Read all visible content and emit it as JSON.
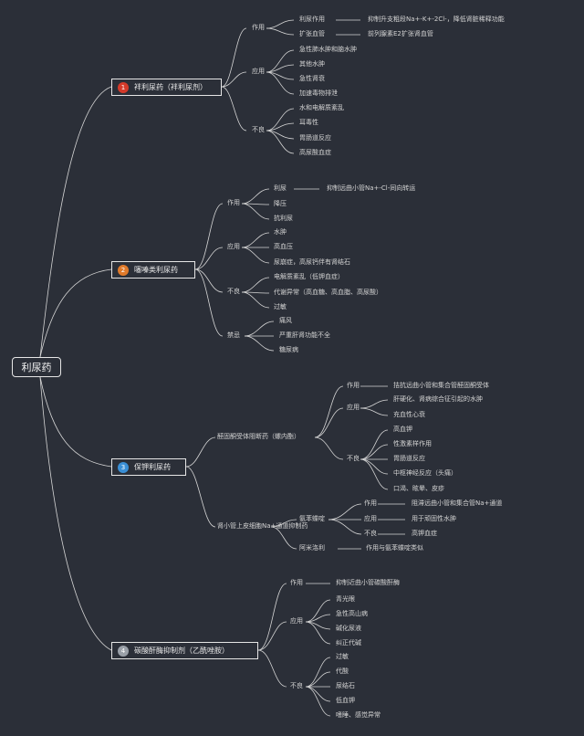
{
  "root": "利尿药",
  "branches": [
    {
      "num": "1",
      "color": "#d43a2a",
      "label": "袢利尿药（袢利尿剂）",
      "item": "lbl",
      "groups": [
        {
          "tag": "作用",
          "items": [
            "利尿作用",
            "扩张血管"
          ],
          "notes": [
            "抑制升支粗段Na+-K+-2Cl-，降低肾脏稀释功能",
            "前列腺素E2扩张肾血管"
          ]
        },
        {
          "tag": "应用",
          "items": [
            "急性肺水肿和脑水肿",
            "其他水肿",
            "急性肾衰",
            "加速毒物排泄"
          ]
        },
        {
          "tag": "不良",
          "items": [
            "水和电解质紊乱",
            "耳毒性",
            "胃肠道反应",
            "高尿酸血症"
          ]
        }
      ]
    },
    {
      "num": "2",
      "color": "#e07a2a",
      "label": "噻嗪类利尿药",
      "item": "lbl",
      "groups": [
        {
          "tag": "作用",
          "items": [
            "利尿",
            "降压",
            "抗利尿"
          ],
          "notes": [
            "抑制远曲小管Na+-Cl-同向转运"
          ]
        },
        {
          "tag": "应用",
          "items": [
            "水肿",
            "高血压",
            "尿崩症，高尿钙伴有肾结石"
          ]
        },
        {
          "tag": "不良",
          "items": [
            "电解质紊乱（低钾血症）",
            "代谢异常（高血糖、高血脂、高尿酸）",
            "过敏"
          ]
        },
        {
          "tag": "禁忌",
          "items": [
            "痛风",
            "严重肝肾功能不全",
            "糖尿病"
          ]
        }
      ]
    },
    {
      "num": "3",
      "color": "#3a8fd6",
      "label": "保钾利尿药",
      "item": "lbl",
      "sub": [
        {
          "label": "醛固酮受体阻断药（螺内酯）",
          "groups": [
            {
              "tag": "作用",
              "items": [
                "拮抗远曲小管和集合管醛固酮受体"
              ]
            },
            {
              "tag": "应用",
              "items": [
                "肝硬化、肾病综合征引起的水肿",
                "充血性心衰"
              ]
            },
            {
              "tag": "不良",
              "items": [
                "高血钾",
                "性激素样作用",
                "胃肠道反应",
                "中枢神经反应（头痛）",
                "口渴、眩晕、皮疹"
              ]
            }
          ]
        },
        {
          "label": "肾小管上皮细胞Na+通道抑制药",
          "groups": [
            {
              "tag": "氨苯蝶啶",
              "items": [
                "作用",
                "应用",
                "不良"
              ],
              "notes": [
                "阻滞远曲小管和集合管Na+通道",
                "用于顽固性水肿",
                "高钾血症"
              ]
            },
            {
              "tag": "阿米洛利",
              "items": [
                "作用与氨苯蝶啶类似"
              ]
            }
          ]
        }
      ]
    },
    {
      "num": "4",
      "color": "#9aa0a8",
      "label": "碳酸酐酶抑制剂（乙酰唑胺）",
      "item": "lbl",
      "groups": [
        {
          "tag": "作用",
          "items": [
            "抑制近曲小管碳酸酐酶"
          ]
        },
        {
          "tag": "应用",
          "items": [
            "青光眼",
            "急性高山病",
            "碱化尿液",
            "纠正代碱"
          ]
        },
        {
          "tag": "不良",
          "items": [
            "过敏",
            "代酸",
            "尿结石",
            "低血钾",
            "嗜睡、感觉异常"
          ]
        }
      ]
    }
  ],
  "labels": {
    "b1": "袢利尿药（袢利尿剂）",
    "b2": "噻嗪类利尿药",
    "b3": "保钾利尿药",
    "b4": "碳酸酐酶抑制剂（乙酰唑胺）"
  }
}
